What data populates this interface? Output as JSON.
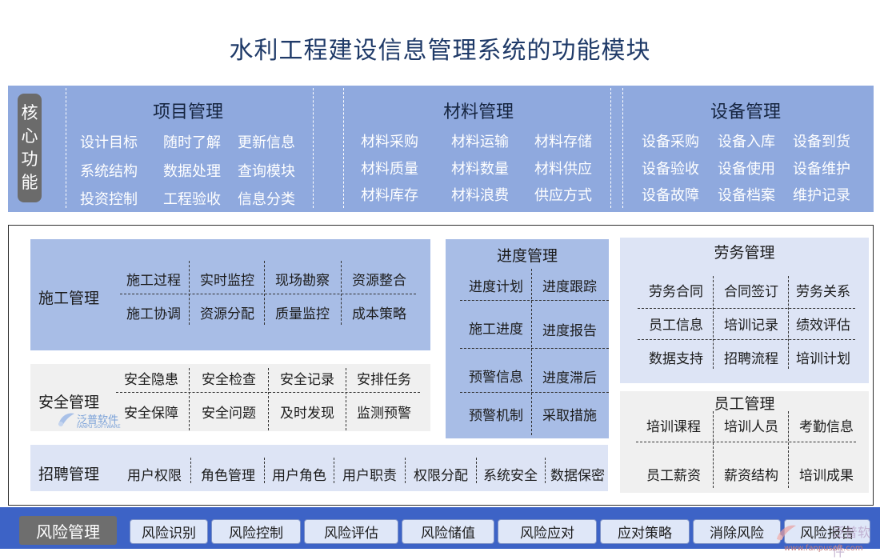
{
  "title": "水利工程建设信息管理系统的功能模块",
  "core": {
    "tag": "核心功能",
    "groups": [
      {
        "title": "项目管理",
        "items": [
          "设计目标",
          "随时了解",
          "更新信息",
          "系统结构",
          "数据处理",
          "查询模块",
          "投资控制",
          "工程验收",
          "信息分类"
        ]
      },
      {
        "title": "材料管理",
        "items": [
          "材料采购",
          "材料运输",
          "材料存储",
          "材料质量",
          "材料数量",
          "材料供应",
          "材料库存",
          "材料浪费",
          "供应方式"
        ]
      },
      {
        "title": "设备管理",
        "items": [
          "设备采购",
          "设备入库",
          "设备到货",
          "设备验收",
          "设备使用",
          "设备维护",
          "设备故障",
          "设备档案",
          "维护记录"
        ]
      }
    ]
  },
  "construction": {
    "label": "施工管理",
    "items": [
      "施工过程",
      "实时监控",
      "现场勘察",
      "资源整合",
      "施工协调",
      "资源分配",
      "质量监控",
      "成本策略"
    ]
  },
  "safety": {
    "label": "安全管理",
    "items": [
      "安全隐患",
      "安全检查",
      "安全记录",
      "安排任务",
      "安全保障",
      "安全问题",
      "及时发现",
      "监测预警"
    ]
  },
  "recruit": {
    "label": "招聘管理",
    "items": [
      "用户权限",
      "角色管理",
      "用户角色",
      "用户职责",
      "权限分配",
      "系统安全",
      "数据保密"
    ]
  },
  "progress": {
    "label": "进度管理",
    "items": [
      "进度计划",
      "进度跟踪",
      "施工进度",
      "进度报告",
      "预警信息",
      "进度滞后",
      "预警机制",
      "采取措施"
    ]
  },
  "labor": {
    "label": "劳务管理",
    "items": [
      "劳务合同",
      "合同签订",
      "劳务关系",
      "员工信息",
      "培训记录",
      "绩效评估",
      "数据支持",
      "招聘流程",
      "培训计划"
    ]
  },
  "staff": {
    "label": "员工管理",
    "items": [
      "培训课程",
      "培训人员",
      "考勤信息",
      "员工薪资",
      "薪资结构",
      "培训成果"
    ]
  },
  "risk": {
    "label": "风险管理",
    "items": [
      "风险识别",
      "风险控制",
      "风险评估",
      "风险储值",
      "风险应对",
      "应对策略",
      "消除风险",
      "风险报告"
    ]
  },
  "watermark": {
    "brand": "泛普软件",
    "brand_sub": "FANPU SOFTWARE",
    "url": "www.fanpusoft.com"
  }
}
